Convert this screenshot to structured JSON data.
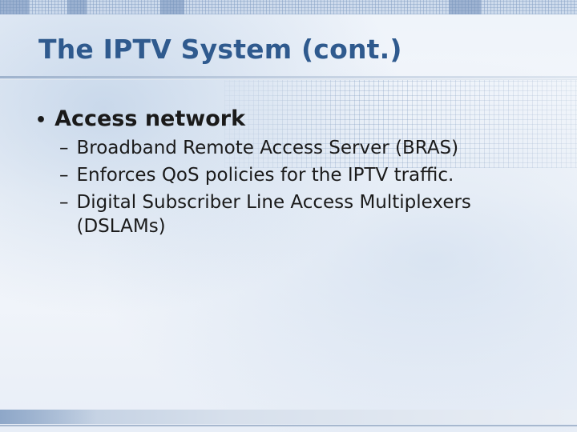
{
  "slide": {
    "title": "The IPTV System (cont.)",
    "bullet": {
      "marker": "•",
      "text": "Access network",
      "sub_items": [
        {
          "marker": "–",
          "text": "Broadband Remote Access Server (BRAS)"
        },
        {
          "marker": "–",
          "text": "Enforces QoS policies for the IPTV traffic."
        },
        {
          "marker": "–",
          "text": "Digital Subscriber Line Access Multiplexers (DSLAMs)"
        }
      ]
    }
  },
  "colors": {
    "title": "#2f5a8e",
    "body_text": "#1a1a1a",
    "background_accent": "#c9d7ea"
  }
}
